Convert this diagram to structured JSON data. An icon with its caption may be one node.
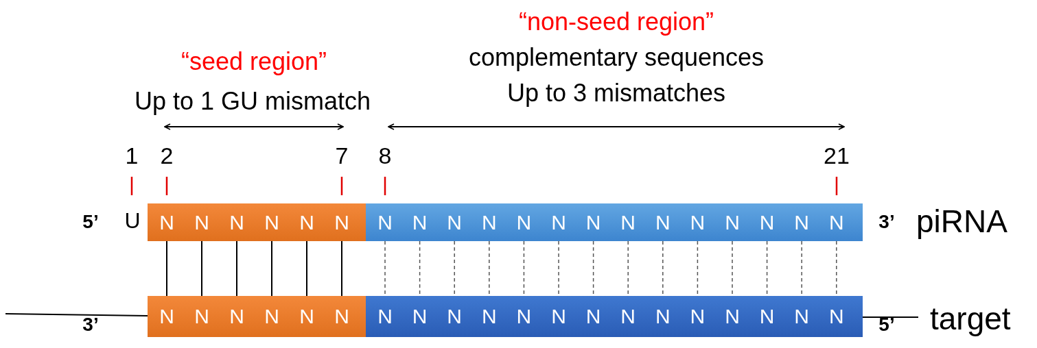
{
  "diagram": {
    "nodes": [
      {
        "text": [],
        "shape": "bar"
      },
      {
        "text": [],
        "shape": "bar"
      },
      {
        "text": [],
        "shape": "bar"
      },
      {
        "text": [],
        "shape": "bar"
      },
      {
        "text": [
          "N"
        ],
        "in": 0
      },
      {
        "text": [
          "N"
        ],
        "in": 0
      },
      {
        "text": [
          "N"
        ],
        "in": 0
      },
      {
        "text": [
          "N"
        ],
        "in": 0
      },
      {
        "text": [
          "N"
        ],
        "in": 0
      },
      {
        "text": [
          "N"
        ],
        "in": 0
      },
      {
        "text": [
          "N"
        ],
        "in": 1
      },
      {
        "text": [
          "N"
        ],
        "in": 1
      },
      {
        "text": [
          "N"
        ],
        "in": 1
      },
      {
        "text": [
          "N"
        ],
        "in": 1
      },
      {
        "text": [
          "N"
        ],
        "in": 1
      },
      {
        "text": [
          "N"
        ],
        "in": 1
      },
      {
        "text": [
          "N"
        ],
        "in": 1
      },
      {
        "text": [
          "N"
        ],
        "in": 1
      },
      {
        "text": [
          "N"
        ],
        "in": 1
      },
      {
        "text": [
          "N"
        ],
        "in": 1
      },
      {
        "text": [
          "N"
        ],
        "in": 1
      },
      {
        "text": [
          "N"
        ],
        "in": 1
      },
      {
        "text": [
          "N"
        ],
        "in": 1
      },
      {
        "text": [
          "N"
        ],
        "in": 1
      },
      {
        "text": [
          "N"
        ],
        "in": 2
      },
      {
        "text": [
          "N"
        ],
        "in": 2
      },
      {
        "text": [
          "N"
        ],
        "in": 2
      },
      {
        "text": [
          "N"
        ],
        "in": 2
      },
      {
        "text": [
          "N"
        ],
        "in": 2
      },
      {
        "text": [
          "N"
        ],
        "in": 2
      },
      {
        "text": [
          "N"
        ],
        "in": 3
      },
      {
        "text": [
          "N"
        ],
        "in": 3
      },
      {
        "text": [
          "N"
        ],
        "in": 3
      },
      {
        "text": [
          "N"
        ],
        "in": 3
      },
      {
        "text": [
          "N"
        ],
        "in": 3
      },
      {
        "text": [
          "N"
        ],
        "in": 3
      },
      {
        "text": [
          "N"
        ],
        "in": 3
      },
      {
        "text": [
          "N"
        ],
        "in": 3
      },
      {
        "text": [
          "N"
        ],
        "in": 3
      },
      {
        "text": [
          "N"
        ],
        "in": 3
      },
      {
        "text": [
          "N"
        ],
        "in": 3
      },
      {
        "text": [
          "N"
        ],
        "in": 3
      },
      {
        "text": [
          "N"
        ],
        "in": 3
      },
      {
        "text": [
          "N"
        ],
        "in": 3
      }
    ],
    "edges": [
      {
        "from": 4,
        "to": 24,
        "arrow": "none"
      },
      {
        "from": 5,
        "to": 25,
        "arrow": "none"
      },
      {
        "from": 6,
        "to": 26,
        "arrow": "none"
      },
      {
        "from": 7,
        "to": 27,
        "arrow": "none"
      },
      {
        "from": 8,
        "to": 28,
        "arrow": "none"
      },
      {
        "from": 9,
        "to": 29,
        "arrow": "none"
      },
      {
        "from": 10,
        "to": 30,
        "arrow": "none",
        "style": "dashed"
      },
      {
        "from": 11,
        "to": 31,
        "arrow": "none",
        "style": "dashed"
      },
      {
        "from": 12,
        "to": 32,
        "arrow": "none",
        "style": "dashed"
      },
      {
        "from": 13,
        "to": 33,
        "arrow": "none",
        "style": "dashed"
      },
      {
        "from": 14,
        "to": 34,
        "arrow": "none",
        "style": "dashed"
      },
      {
        "from": 15,
        "to": 35,
        "arrow": "none",
        "style": "dashed"
      },
      {
        "from": 16,
        "to": 36,
        "arrow": "none",
        "style": "dashed"
      },
      {
        "from": 17,
        "to": 37,
        "arrow": "none",
        "style": "dashed"
      },
      {
        "from": 18,
        "to": 38,
        "arrow": "none",
        "style": "dashed"
      },
      {
        "from": 19,
        "to": 39,
        "arrow": "none",
        "style": "dashed"
      },
      {
        "from": 20,
        "to": 40,
        "arrow": "none",
        "style": "dashed"
      },
      {
        "from": 21,
        "to": 41,
        "arrow": "none",
        "style": "dashed"
      },
      {
        "from": 22,
        "to": 42,
        "arrow": "none",
        "style": "dashed"
      },
      {
        "from": 23,
        "to": 43,
        "arrow": "none",
        "style": "dashed"
      },
      {
        "from": null,
        "to": 2,
        "arrow": "none"
      },
      {
        "from": 3,
        "to": null,
        "arrow": "none"
      }
    ],
    "labels": [
      "“seed region”",
      "Up to 1 GU mismatch",
      "“non-seed region”",
      "complementary sequences",
      "Up to 3 mismatches",
      "1",
      "2",
      "7",
      "8",
      "21",
      "5’",
      "U",
      "3’",
      "piRNA",
      "3’",
      "5’",
      "target"
    ]
  }
}
